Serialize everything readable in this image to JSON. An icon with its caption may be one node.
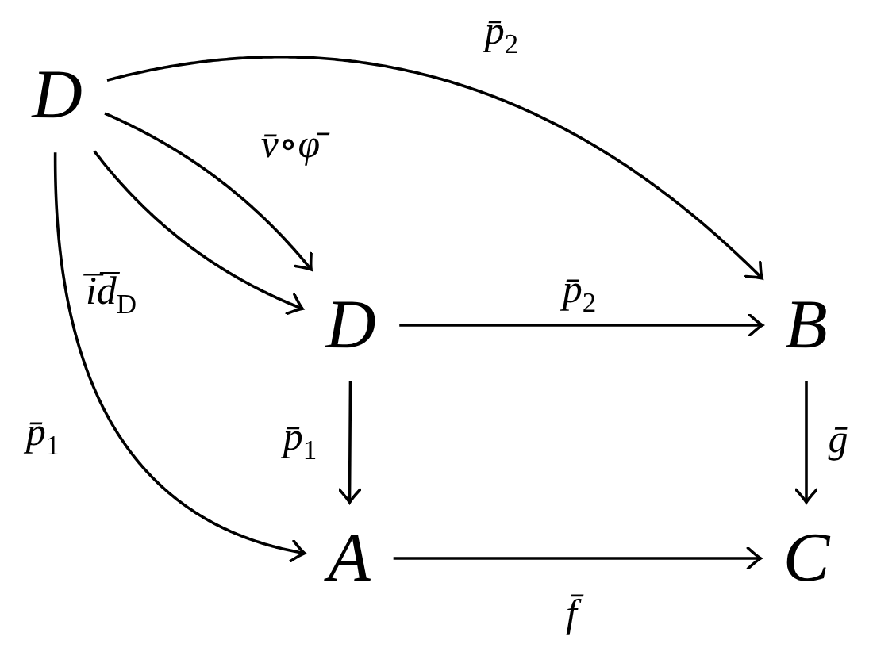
{
  "diagram": {
    "nodes": [
      {
        "text": [
          "D"
        ]
      },
      {
        "text": [
          "D"
        ]
      },
      {
        "text": [
          "B"
        ]
      },
      {
        "text": [
          "A"
        ]
      },
      {
        "text": [
          "C"
        ]
      }
    ],
    "edges": [
      {
        "from": 0,
        "to": 2,
        "arrow": "to",
        "label": "p̄$_{2}$"
      },
      {
        "from": 0,
        "to": 1,
        "arrow": "to",
        "label": "v̄∘φ̄"
      },
      {
        "from": 0,
        "to": 1,
        "arrow": "to",
        "label": "i̅d̅$_{D}$"
      },
      {
        "from": 0,
        "to": 3,
        "arrow": "to",
        "label": "p̄$_{1}$"
      },
      {
        "from": 1,
        "to": 2,
        "arrow": "to",
        "label": "p̄$_{2}$"
      },
      {
        "from": 1,
        "to": 3,
        "arrow": "to",
        "label": "p̄$_{1}$"
      },
      {
        "from": 2,
        "to": 4,
        "arrow": "to",
        "label": "ḡ"
      },
      {
        "from": 3,
        "to": 4,
        "arrow": "to",
        "label": "f̄"
      }
    ]
  }
}
